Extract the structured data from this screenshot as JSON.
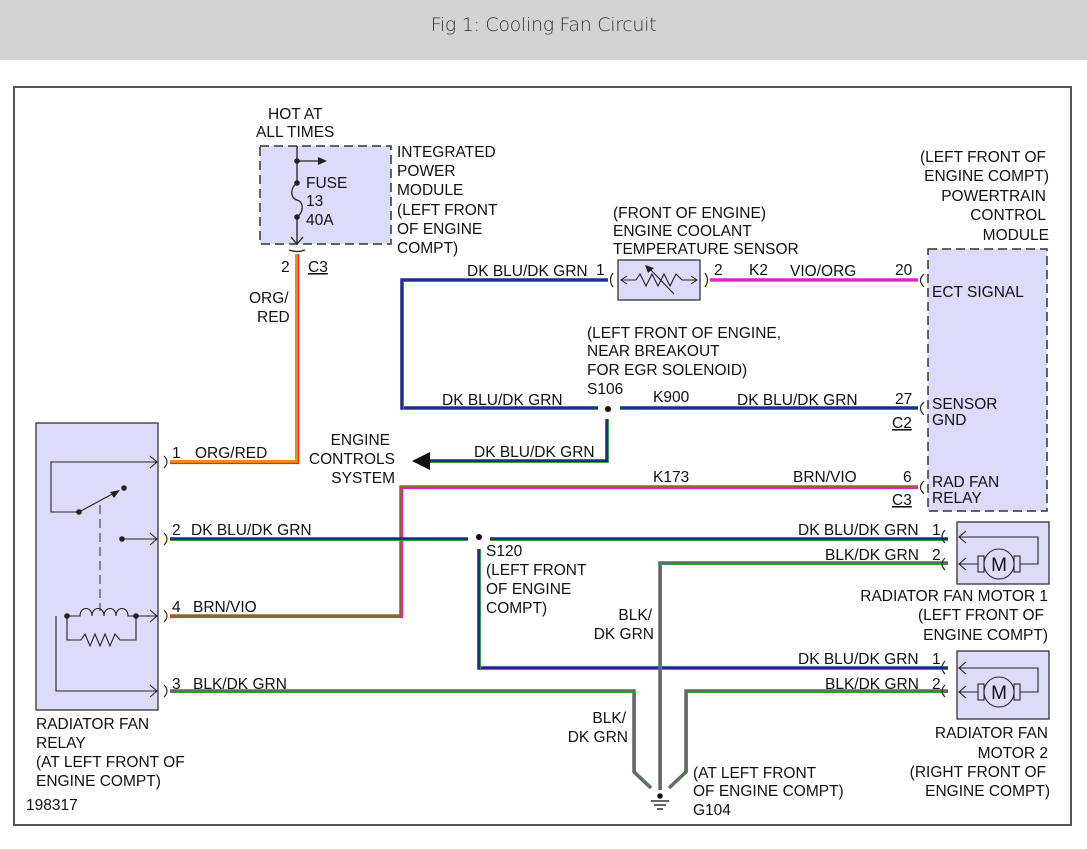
{
  "header": {
    "title": "Fig 1: Cooling Fan Circuit"
  },
  "diagram_id": "198317",
  "colors": {
    "module_fill": "#dcdcfa",
    "dk_blu": "#1a2e8c",
    "dk_grn": "#3d9a3d",
    "org": "#f28a1e",
    "red": "#e82a1a",
    "vio": "#e020d0",
    "brn": "#8a6a20",
    "blk": "#666666"
  },
  "power": {
    "hot_label_1": "HOT AT",
    "hot_label_2": "ALL TIMES",
    "fuse_label": "FUSE",
    "fuse_number": "13",
    "fuse_rating": "40A",
    "pin": "2",
    "connector": "C3",
    "module_lines": [
      "INTEGRATED",
      "POWER",
      "MODULE",
      "(LEFT FRONT",
      "OF ENGINE",
      "COMPT)"
    ],
    "wire_color_1": "ORG/",
    "wire_color_2": "RED"
  },
  "ect_sensor": {
    "lines": [
      "(FRONT OF ENGINE)",
      "ENGINE COOLANT",
      "TEMPERATURE SENSOR"
    ],
    "pin1": "1",
    "pin2": "2",
    "wire1_color": "DK BLU/DK GRN",
    "circuit2": "K2",
    "wire2_color": "VIO/ORG"
  },
  "pcm": {
    "lines": [
      "(LEFT FRONT OF",
      "ENGINE COMPT)",
      "POWERTRAIN",
      "CONTROL",
      "MODULE"
    ],
    "pins": [
      {
        "pin": "20",
        "connector": "",
        "label_1": "ECT SIGNAL",
        "label_2": ""
      },
      {
        "pin": "27",
        "connector": "C2",
        "label_1": "SENSOR",
        "label_2": "GND"
      },
      {
        "pin": "6",
        "connector": "C3",
        "label_1": "RAD FAN",
        "label_2": "RELAY"
      }
    ]
  },
  "splice_s106": {
    "lines": [
      "(LEFT FRONT OF ENGINE,",
      "NEAR BREAKOUT",
      "FOR EGR SOLENOID)"
    ],
    "name": "S106",
    "left_wire_color": "DK BLU/DK GRN",
    "circuit": "K900",
    "right_wire_color": "DK BLU/DK GRN",
    "branch_wire_color": "DK BLU/DK GRN"
  },
  "engine_controls": {
    "lines": [
      "ENGINE",
      "CONTROLS",
      "SYSTEM"
    ]
  },
  "k173": {
    "circuit": "K173",
    "wire_color": "BRN/VIO"
  },
  "relay": {
    "pins": [
      {
        "pin": "1",
        "color": "ORG/RED"
      },
      {
        "pin": "2",
        "color": "DK BLU/DK GRN"
      },
      {
        "pin": "4",
        "color": "BRN/VIO"
      },
      {
        "pin": "3",
        "color": "BLK/DK GRN"
      }
    ],
    "lines": [
      "RADIATOR FAN",
      "RELAY",
      "(AT LEFT FRONT OF",
      "ENGINE COMPT)"
    ]
  },
  "splice_s120": {
    "name": "S120",
    "lines": [
      "(LEFT FRONT",
      "OF ENGINE",
      "COMPT)"
    ]
  },
  "motor1": {
    "pin1": "1",
    "pin1_color": "DK BLU/DK GRN",
    "pin2": "2",
    "pin2_color": "BLK/DK GRN",
    "symbol": "M",
    "lines": [
      "RADIATOR FAN MOTOR 1",
      "(LEFT FRONT OF",
      "ENGINE COMPT)"
    ]
  },
  "motor2": {
    "pin1": "1",
    "pin1_color": "DK BLU/DK GRN",
    "pin2": "2",
    "pin2_color": "BLK/DK GRN",
    "symbol": "M",
    "lines": [
      "RADIATOR FAN",
      "MOTOR 2",
      "(RIGHT FRONT OF",
      "ENGINE COMPT)"
    ]
  },
  "ground": {
    "wire_color_1": "BLK/",
    "wire_color_2": "DK GRN",
    "lower_wire_color_1": "BLK/",
    "lower_wire_color_2": "DK GRN",
    "lines": [
      "(AT LEFT FRONT",
      "OF ENGINE COMPT)"
    ],
    "name": "G104"
  }
}
